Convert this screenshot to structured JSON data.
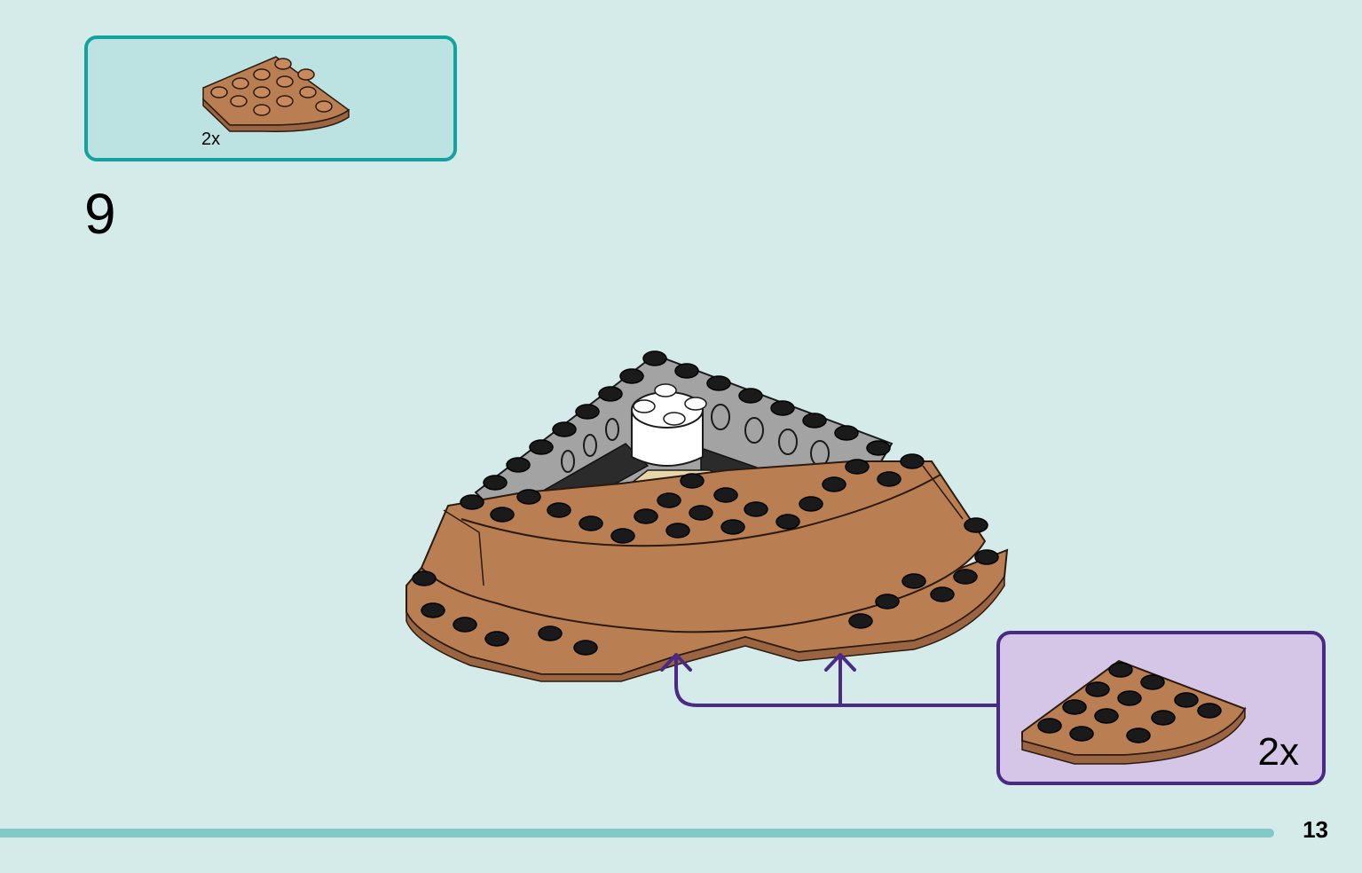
{
  "parts_list": {
    "items": [
      {
        "part": "quarter-round-plate-icon",
        "quantity": "2x",
        "color": "#b97f52"
      }
    ]
  },
  "step": {
    "number": "9"
  },
  "callout": {
    "part": "quarter-round-plate-icon",
    "quantity": "2x",
    "border_color": "#4b2a86",
    "background_color": "#d5c6e7"
  },
  "page": {
    "number": "13"
  },
  "colors": {
    "background": "#d5ebea",
    "parts_box_border": "#14a29c",
    "parts_box_fill": "#bde2e2",
    "brick_brown": "#b97f52",
    "brick_gray": "#a3a3a3",
    "brick_black": "#1a1a1a",
    "brick_white": "#ffffff",
    "brick_tan": "#e9d6a8",
    "arrow": "#4b2a86",
    "footer_bar": "#82c9c7"
  }
}
